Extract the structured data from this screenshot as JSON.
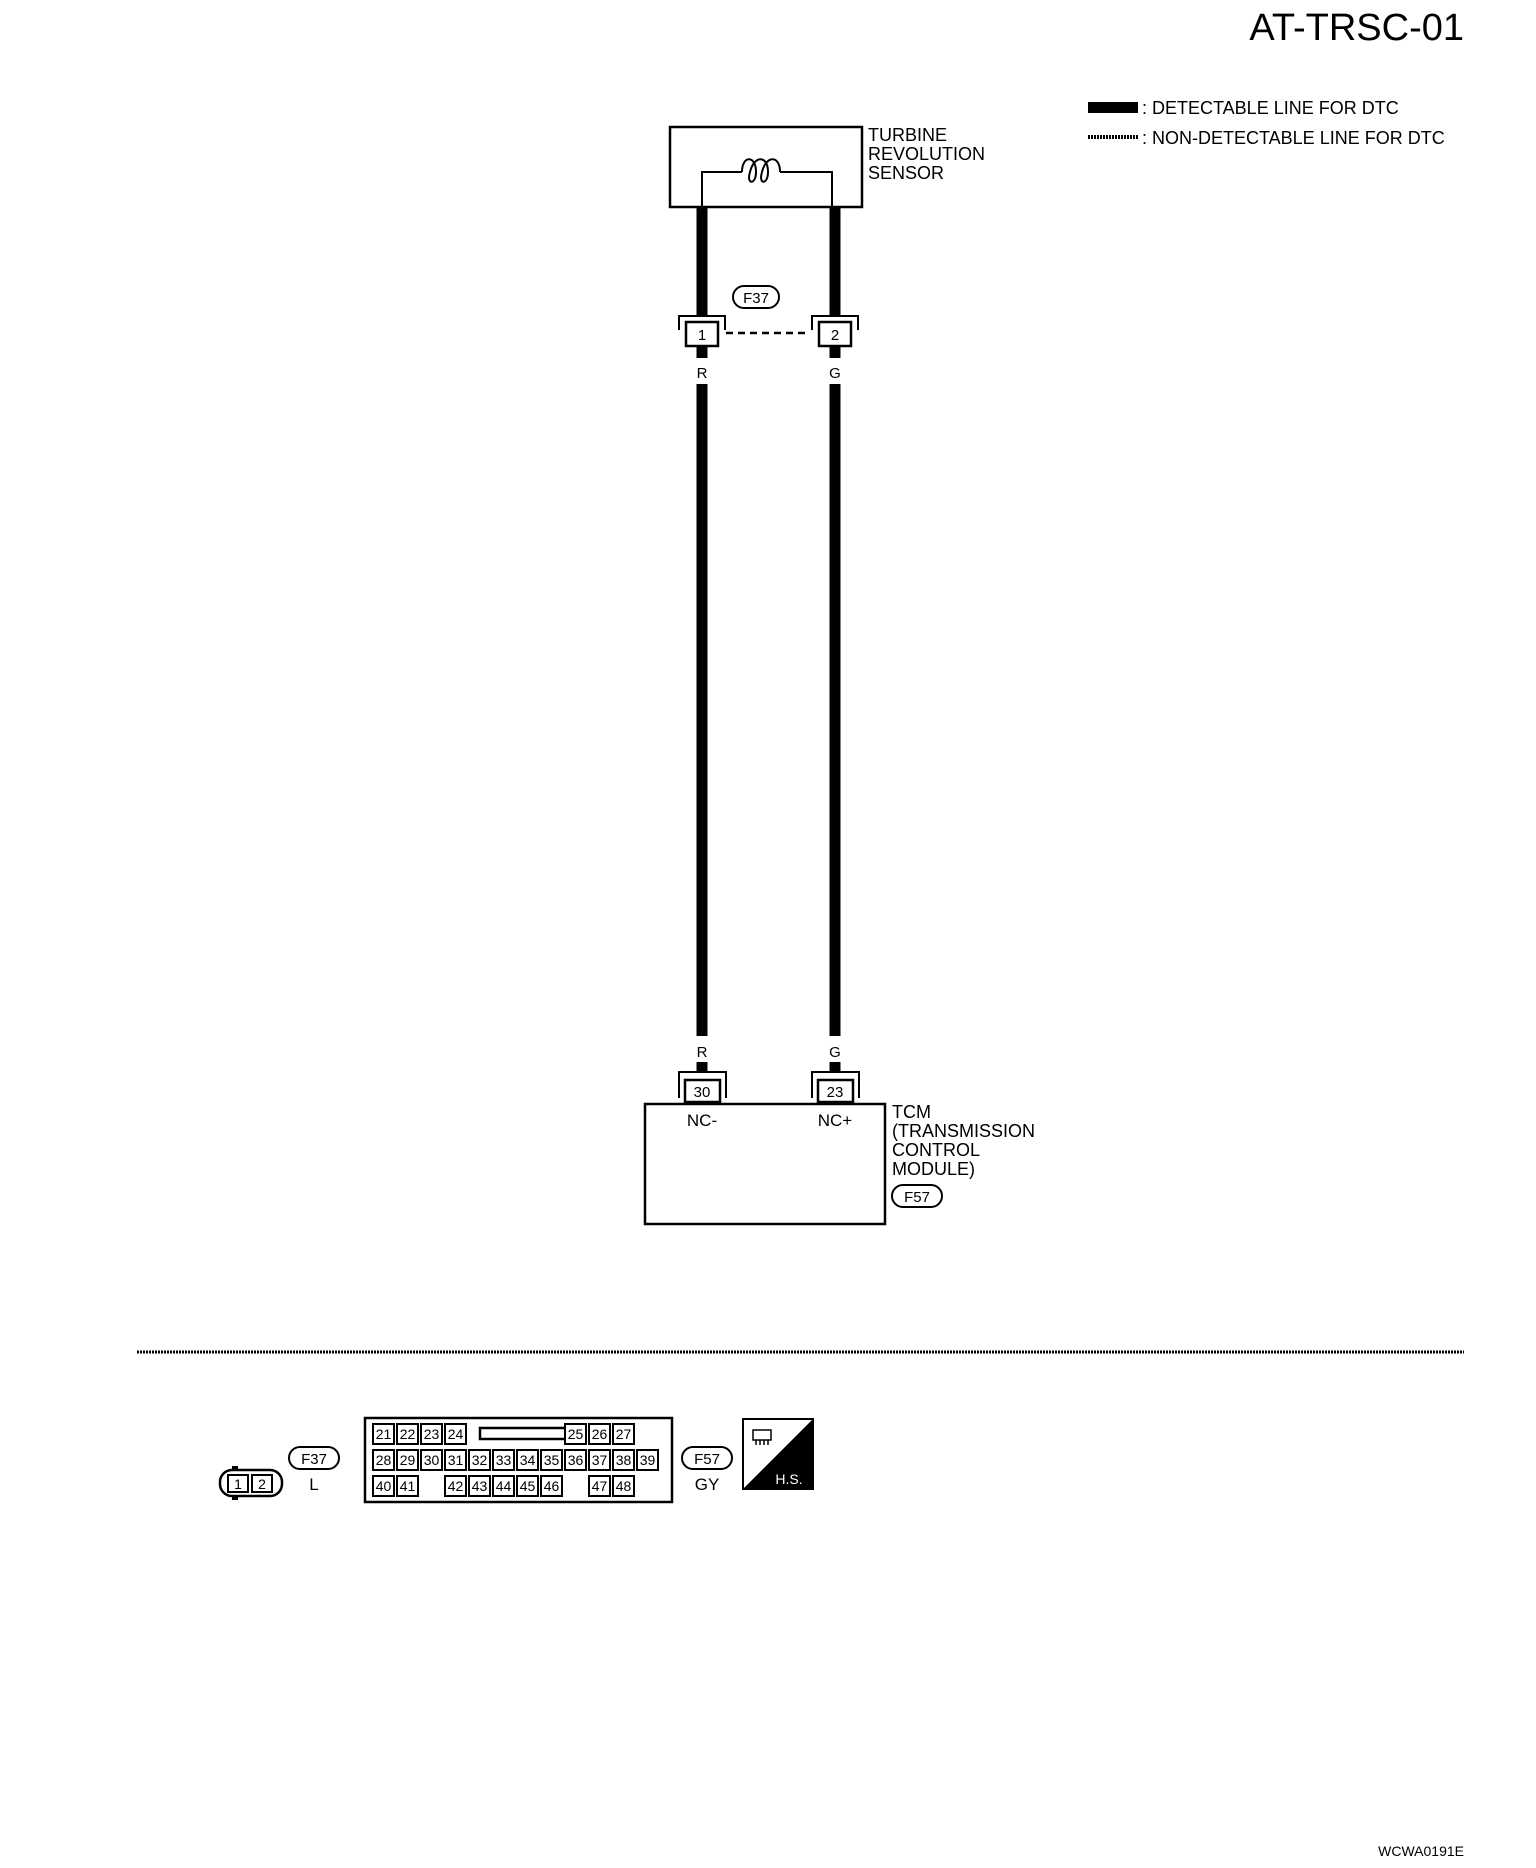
{
  "title": "AT-TRSC-01",
  "figure_id": "WCWA0191E",
  "legend": {
    "detectable": ": DETECTABLE LINE FOR DTC",
    "non_detectable": ": NON-DETECTABLE LINE FOR DTC"
  },
  "sensor": {
    "lines": [
      "TURBINE",
      "REVOLUTION",
      "SENSOR"
    ]
  },
  "connector_f37": {
    "id": "F37",
    "pin1": "1",
    "pin2": "2",
    "color_code": "L"
  },
  "wires": {
    "left_color": "R",
    "right_color": "G"
  },
  "tcm": {
    "lines": [
      "TCM",
      "(TRANSMISSION",
      "CONTROL",
      "MODULE)"
    ],
    "connector_id": "F57",
    "color_code": "GY",
    "pin_left": "30",
    "pin_right": "23",
    "signal_left": "NC-",
    "signal_right": "NC+"
  },
  "f57_cavities": {
    "row1_left": [
      "21",
      "22",
      "23",
      "24"
    ],
    "row1_right": [
      "25",
      "26",
      "27"
    ],
    "row2": [
      "28",
      "29",
      "30",
      "31",
      "32",
      "33",
      "34",
      "35",
      "36",
      "37",
      "38",
      "39"
    ],
    "row3_a": [
      "40",
      "41"
    ],
    "row3_b": [
      "42",
      "43",
      "44"
    ],
    "row3_c": [
      "45",
      "46"
    ],
    "row3_d": [
      "47",
      "48"
    ]
  },
  "hs_label": "H.S."
}
